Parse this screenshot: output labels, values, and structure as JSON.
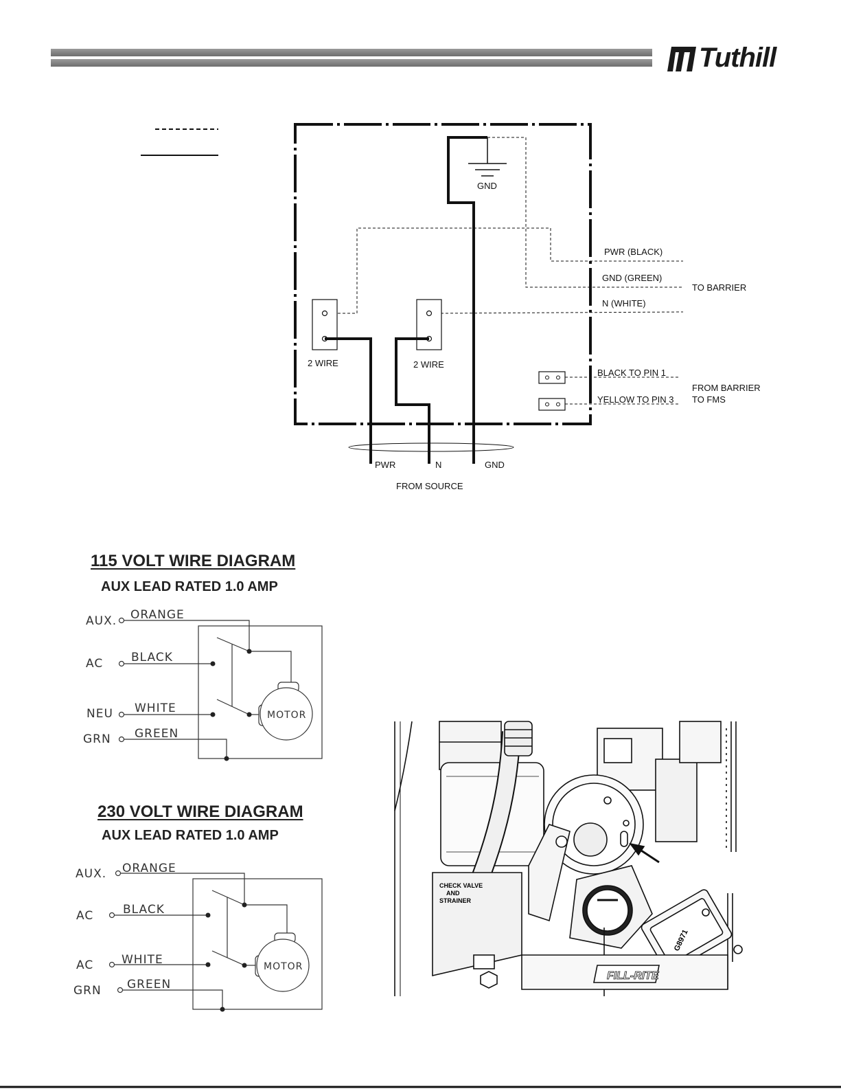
{
  "header": {
    "brand": "Tuthill"
  },
  "schematic": {
    "labels": {
      "gnd_top": "GND",
      "pwr_black": "PWR (BLACK)",
      "gnd_green": "GND (GREEN)",
      "n_white": "N (WHITE)",
      "to_barrier": "TO BARRIER",
      "two_wire_left": "2 WIRE",
      "two_wire_right": "2 WIRE",
      "black_pin1": "BLACK TO PIN 1",
      "yellow_pin3": "YELLOW TO PIN 3",
      "from_barrier_1": "FROM BARRIER",
      "from_barrier_2": "TO FMS",
      "pwr": "PWR",
      "n": "N",
      "gnd": "GND",
      "from_source": "FROM SOURCE"
    }
  },
  "diagram_115": {
    "title": "115 VOLT WIRE DIAGRAM",
    "subtitle": "AUX LEAD RATED 1.0 AMP",
    "terminals": [
      "AUX.",
      "AC",
      "NEU",
      "GRN"
    ],
    "wires": [
      "ORANGE",
      "BLACK",
      "WHITE",
      "GREEN"
    ],
    "motor": "MOTOR"
  },
  "diagram_230": {
    "title": "230 VOLT WIRE DIAGRAM",
    "subtitle": "AUX LEAD RATED 1.0 AMP",
    "terminals": [
      "AUX.",
      "AC",
      "AC",
      "GRN"
    ],
    "wires": [
      "ORANGE",
      "BLACK",
      "WHITE",
      "GREEN"
    ],
    "motor": "MOTOR"
  },
  "photo": {
    "valve_label_1": "CHECK VALVE",
    "valve_label_2": "AND",
    "valve_label_3": "STRAINER",
    "part_label": "G8971",
    "brand_plate": "FILL-RITE"
  },
  "colors": {
    "header_bar": "#8a8a8a",
    "ink": "#111111"
  }
}
